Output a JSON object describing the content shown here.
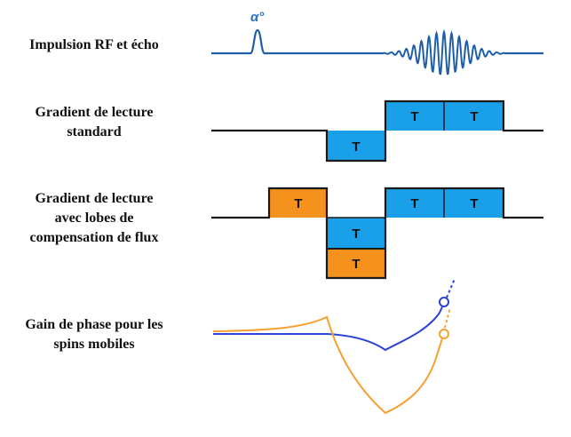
{
  "labels": {
    "rf": [
      "Impulsion RF et écho"
    ],
    "standard": [
      "Gradient de lecture",
      "standard"
    ],
    "flux": [
      "Gradient de lecture",
      "avec lobes de",
      "compensation de flux"
    ],
    "phase": [
      "Gain de phase pour les",
      "spins mobiles"
    ]
  },
  "rf_pulse_label": "α°",
  "lobe_label": "T",
  "colors": {
    "waveform_blue": "#1f5fa8",
    "lobe_blue": "#1aa0e8",
    "lobe_orange": "#f5921e",
    "outline": "#1a1a1a",
    "curve_blue": "#2a44d8",
    "curve_orange": "#f5a030"
  }
}
